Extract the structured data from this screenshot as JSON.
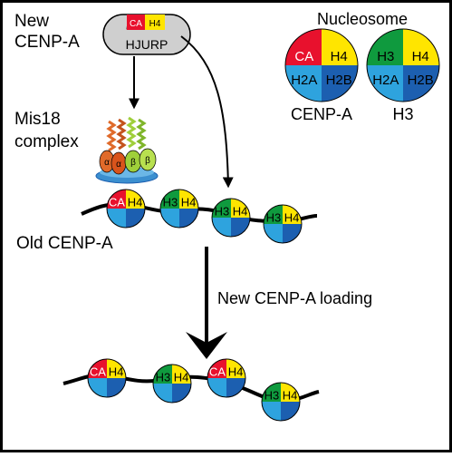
{
  "labels": {
    "new_cenpa_line1": "New",
    "new_cenpa_line2": "CENP-A",
    "hjurp": "HJURP",
    "mis18_line1": "Mis18",
    "mis18_line2": "complex",
    "old_cenpa": "Old CENP-A",
    "loading": "New CENP-A loading",
    "nucleosome_title": "Nucleosome",
    "legend_cenpa": "CENP-A",
    "legend_h3": "H3"
  },
  "histones": {
    "ca": "CA",
    "h3": "H3",
    "h4": "H4",
    "h2a": "H2A",
    "h2b": "H2B"
  },
  "subunits": {
    "alpha": "α",
    "beta": "β"
  },
  "colors": {
    "ca": "#e8112d",
    "h3": "#0f9a3e",
    "h4": "#ffe500",
    "h2a": "#2ea3de",
    "h2b": "#1c5fb0",
    "frame": "#000000",
    "hjurp_fill": "#cfcfcf",
    "mis18_base": "#3b8fcf",
    "alpha_helix": "#e06a2a",
    "beta_helix": "#9fcf3a"
  }
}
